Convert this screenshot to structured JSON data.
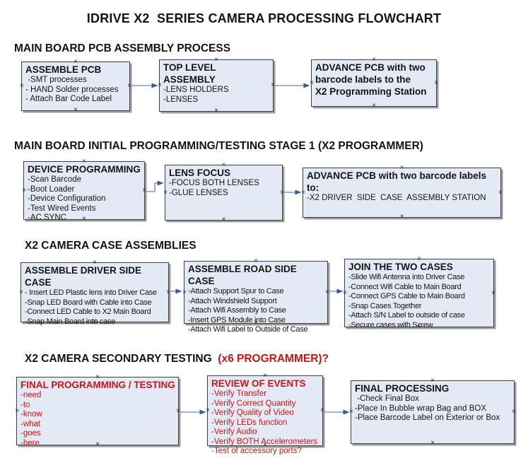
{
  "title": "IDRIVE X2  SERIES CAMERA PROCESSING FLOWCHART",
  "colors": {
    "box_fill": "#e4eaf5",
    "box_border": "#3f3f3f",
    "box_shadow": "#9b9b9b",
    "arrow_line": "#8499c2",
    "arrow_head": "#3a5a9e",
    "accent_red": "#cc1414",
    "text_black": "#141414"
  },
  "sections": [
    {
      "heading": "MAIN BOARD PCB ASSEMBLY PROCESS",
      "boxes": [
        {
          "title": "ASSEMBLE PCB",
          "items": [
            " -SMT processes",
            "- HAND Solder processes",
            "- Attach Bar Code Label"
          ]
        },
        {
          "title": "TOP LEVEL ASSEMBLY",
          "items": [
            "-LENS HOLDERS",
            "-LENSES"
          ]
        },
        {
          "title": "ADVANCE PCB with two\nbarcode labels to the\n X2 Programming Station",
          "items": []
        }
      ]
    },
    {
      "heading": "MAIN BOARD INITIAL PROGRAMMING/TESTING STAGE 1 (X2 PROGRAMMER)",
      "boxes": [
        {
          "title": "DEVICE PROGRAMMING",
          "items": [
            "-Scan Barcode",
            "-Boot Loader",
            "-Device Configuration",
            "-Test Wired Events",
            "-AC SYNC"
          ]
        },
        {
          "title": "LENS FOCUS",
          "items": [
            "-FOCUS BOTH LENSES",
            "-GLUE LENSES"
          ]
        },
        {
          "title": "ADVANCE PCB with two barcode labels to:",
          "items": [
            "-X2 DRIVER  SIDE  CASE  ASSEMBLY STATION"
          ]
        }
      ]
    },
    {
      "heading": "X2 CAMERA CASE ASSEMBLIES",
      "boxes": [
        {
          "title": "ASSEMBLE DRIVER SIDE CASE",
          "items": [
            "- Insert LED Plastic lens into Driver Case",
            "-Snap LED Board with Cable into Case",
            "-Connect LED Cable to X2 Main Board",
            "-Snap Main Board into case"
          ]
        },
        {
          "title": "ASSEMBLE ROAD SIDE CASE",
          "items": [
            "-Attach Support Spur to Case",
            "-Attach Windshield Support",
            "-Attach Wifi Assembly to Case",
            "-Insert GPS Module into Case",
            "-Attach Wifi Label to Outside of Case"
          ]
        },
        {
          "title": "JOIN THE TWO CASES",
          "items": [
            "-Slide Wifi Antenna into Driver Case",
            "-Connect Wifi Cable to Main Board",
            "-Connect GPS Cable to Main Board",
            "-Snap Cases Together",
            "-Attach S/N Label to outside of case",
            "-Secure cases with Screw"
          ]
        }
      ]
    },
    {
      "heading": "X2 CAMERA SECONDARY TESTING  ",
      "heading_suffix": "(x6 PROGRAMMER)?",
      "boxes": [
        {
          "title": "FINAL PROGRAMMING / TESTING",
          "items": [
            "-need",
            "-to",
            "-know",
            "-what",
            "-goes",
            "-here"
          ]
        },
        {
          "title": "REVIEW OF EVENTS",
          "items": [
            "-Verify Transfer",
            "-Verify Correct Quantity",
            "-Verify Quality of Video",
            "-Verify LEDs function",
            "-Verify Audio",
            "-Verify BOTH Accelerometers",
            "-Test of accessory ports?"
          ]
        },
        {
          "title": "FINAL PROCESSING",
          "items": [
            " -Check Final Box",
            "-Place In Bubble wrap Bag and BOX",
            "-Place Barcode Label on Exterior or Box"
          ]
        }
      ]
    }
  ]
}
